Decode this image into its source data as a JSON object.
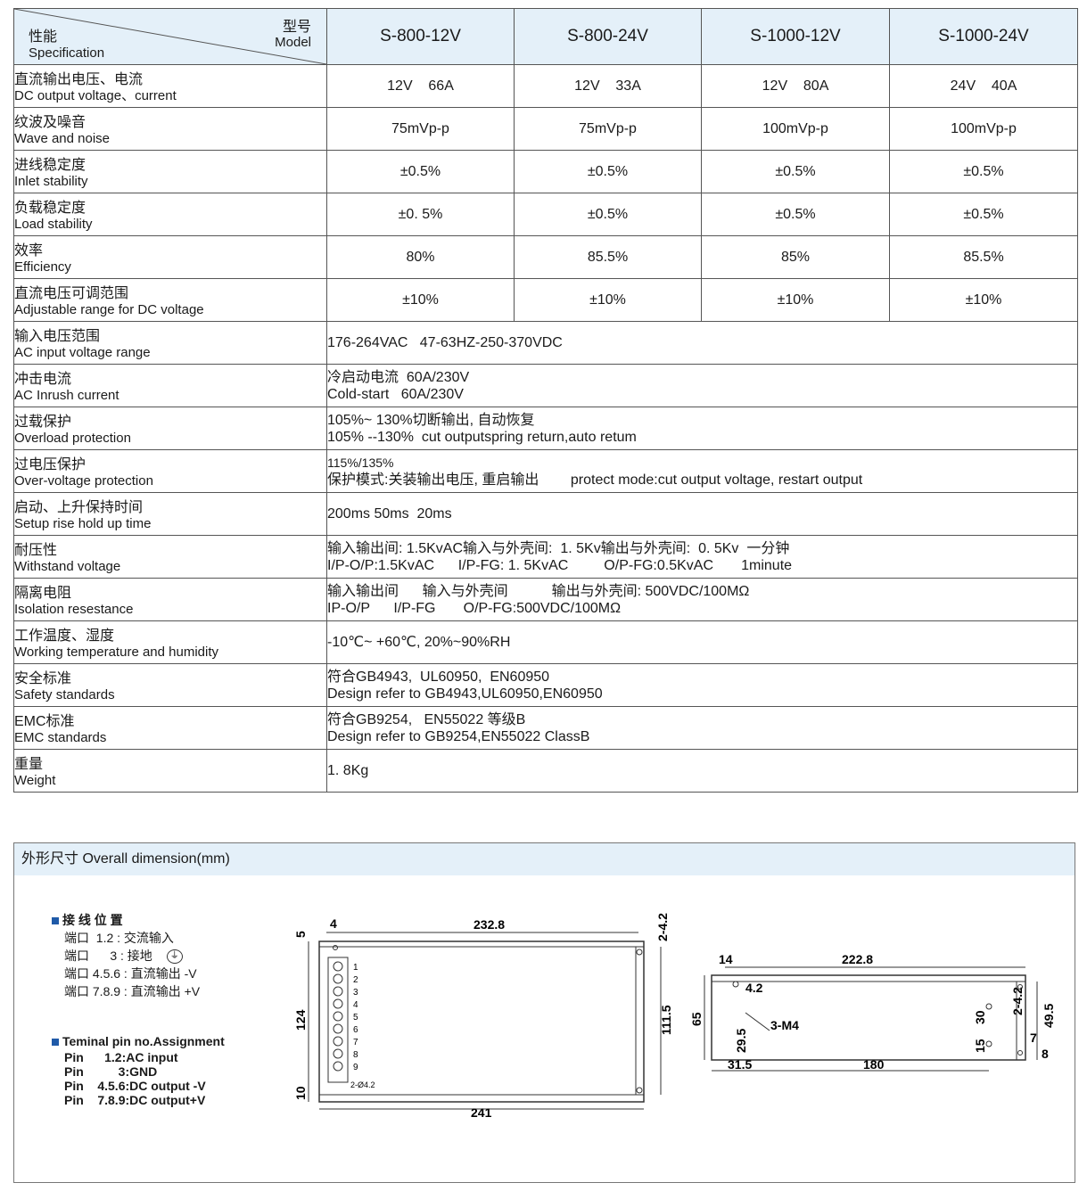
{
  "header": {
    "model_zh": "型号",
    "model_en": "Model",
    "spec_zh": "性能",
    "spec_en": "Specification",
    "models": [
      "S-800-12V",
      "S-800-24V",
      "S-1000-12V",
      "S-1000-24V"
    ]
  },
  "rows": [
    {
      "zh": "直流输出电压、电流",
      "en": "DC output voltage、current",
      "vals": [
        "12V    66A",
        "12V    33A",
        "12V    80A",
        "24V    40A"
      ]
    },
    {
      "zh": "纹波及噪音",
      "en": "Wave and noise",
      "vals": [
        "75mVp-p",
        "75mVp-p",
        "100mVp-p",
        "100mVp-p"
      ]
    },
    {
      "zh": "进线稳定度",
      "en": "Inlet stability",
      "vals": [
        "±0.5%",
        "±0.5%",
        "±0.5%",
        "±0.5%"
      ]
    },
    {
      "zh": "负载稳定度",
      "en": "Load stability",
      "vals": [
        "±0. 5%",
        "±0.5%",
        "±0.5%",
        "±0.5%"
      ]
    },
    {
      "zh": "效率",
      "en": "Efficiency",
      "vals": [
        "80%",
        "85.5%",
        "85%",
        "85.5%"
      ]
    },
    {
      "zh": "直流电压可调范围",
      "en": "Adjustable range for DC voltage",
      "vals": [
        "±10%",
        "±10%",
        "±10%",
        "±10%"
      ]
    }
  ],
  "spans": [
    {
      "zh": "输入电压范围",
      "en": "AC input voltage range",
      "l1": "176-264VAC   47-63HZ-250-370VDC",
      "l2": ""
    },
    {
      "zh": "冲击电流",
      "en": "AC Inrush current",
      "l1": "冷启动电流  60A/230V",
      "l2": "Cold-start   60A/230V"
    },
    {
      "zh": "过载保护",
      "en": "Overload protection",
      "l1": "105%~ 130%切断输出, 自动恢复",
      "l2": "105% --130%  cut outputspring return,auto retum"
    },
    {
      "zh": "过电压保护",
      "en": "Over-voltage protection",
      "l1": "115%/135%",
      "l2": "保护模式:关装输出电压, 重启输出        protect mode:cut output voltage, restart output"
    },
    {
      "zh": "启动、上升保持时间",
      "en": "Setup rise hold up time",
      "l1": "200ms 50ms  20ms",
      "l2": ""
    },
    {
      "zh": "耐压性",
      "en": "Withstand voltage",
      "l1": "输入输出间: 1.5KvAC输入与外壳间:  1. 5Kv输出与外壳间:  0. 5Kv  一分钟",
      "l2": "I/P-O/P:1.5KvAC      I/P-FG: 1. 5KvAC         O/P-FG:0.5KvAC       1minute"
    },
    {
      "zh": "隔离电阻",
      "en": "Isolation resestance",
      "l1": "输入输出间      输入与外壳间           输出与外壳间: 500VDC/100MΩ",
      "l2": "IP-O/P      I/P-FG       O/P-FG:500VDC/100MΩ"
    },
    {
      "zh": "工作温度、湿度",
      "en": "Working temperature and humidity",
      "l1": "-10℃~ +60℃, 20%~90%RH",
      "l2": ""
    },
    {
      "zh": "安全标准",
      "en": "Safety standards",
      "l1": "符合GB4943,  UL60950,  EN60950",
      "l2": "Design refer to GB4943,UL60950,EN60950"
    },
    {
      "zh": "EMC标准",
      "en": "EMC standards",
      "l1": "符合GB9254,   EN55022 等级B",
      "l2": "Design refer to GB9254,EN55022 ClassB"
    },
    {
      "zh": "重量",
      "en": "Weight",
      "l1": "1. 8Kg",
      "l2": ""
    }
  ],
  "dimension": {
    "title": "外形尺寸  Overall dimension(mm)",
    "wiring_title": "接 线 位 置",
    "wiring": [
      "端口  1.2 : 交流输入",
      "端口      3 : 接地",
      "端口 4.5.6 : 直流输出 -V",
      "端口 7.8.9 : 直流输出 +V"
    ],
    "pin_title": "Teminal pin no.Assignment",
    "pins": [
      "Pin      1.2:AC input",
      "Pin          3:GND",
      "Pin    4.5.6:DC output -V",
      "Pin    7.8.9:DC output+V"
    ],
    "front_labels": {
      "top": "232.8",
      "bottom": "241",
      "height": "124",
      "right": "111.5",
      "top_gap": "5",
      "left_gap": "4",
      "hole": "2-4.2",
      "hole_small": "2-Ø4.2",
      "bottom_gap": "10",
      "pins": [
        "1",
        "2",
        "3",
        "4",
        "5",
        "6",
        "7",
        "8",
        "9"
      ]
    },
    "side_labels": {
      "top": "222.8",
      "left_gap": "14",
      "hole": "4.2",
      "height": "65",
      "screw": "3-M4",
      "y1": "29.5",
      "x1": "31.5",
      "x2": "180",
      "r1": "30",
      "r2": "15",
      "r3": "2-4.2",
      "r4": "49.5",
      "r5": "7",
      "r6": "8"
    }
  },
  "colors": {
    "header_bg": "#e4f0f9",
    "accent": "#1f5aa8",
    "line": "#555555"
  }
}
